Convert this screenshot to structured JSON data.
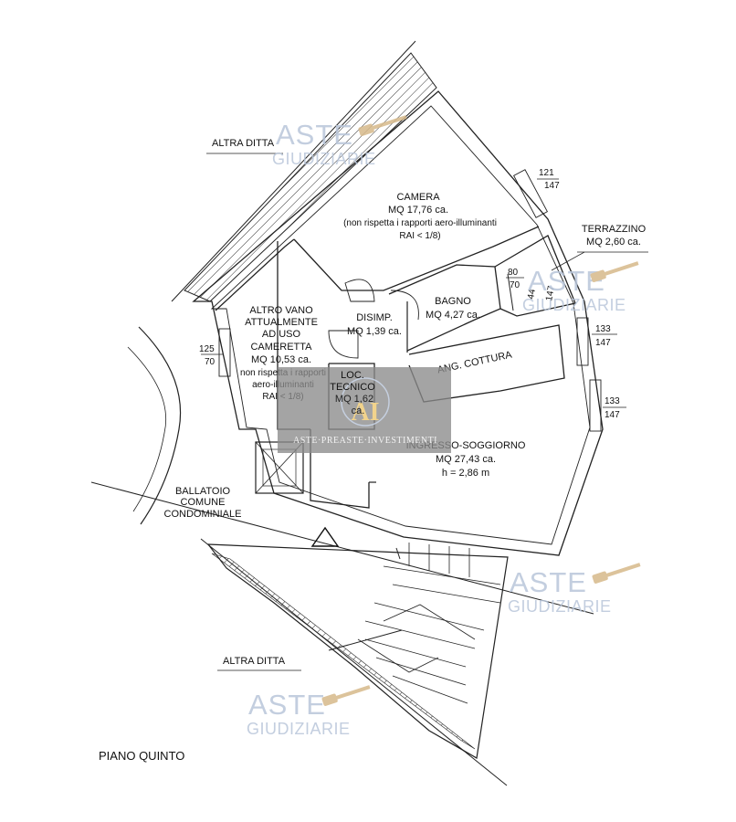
{
  "plan": {
    "floor_label": "PIANO QUINTO",
    "neighbors": {
      "top": "ALTRA DITTA",
      "bottom": "ALTRA DITTA"
    },
    "rooms": {
      "camera": {
        "name": "CAMERA",
        "area": "MQ 17,76 ca.",
        "note1": "(non rispetta i rapporti aero-illuminanti",
        "note2": "RAI < 1/8)"
      },
      "terrazzino": {
        "name": "TERRAZZINO",
        "area": "MQ 2,60 ca."
      },
      "bagno": {
        "name": "BAGNO",
        "area": "MQ 4,27 ca."
      },
      "disimp": {
        "name": "DISIMP.",
        "area": "MQ 1,39 ca."
      },
      "altro_vano": {
        "line1": "ALTRO VANO",
        "line2": "ATTUALMENTE",
        "line3": "AD USO",
        "line4": "CAMERETTA",
        "area": "MQ 10,53 ca.",
        "note1": "non rispetta i rapporti",
        "note2": "aero-illuminanti",
        "note3": "RAI < 1/8)"
      },
      "loc_tecnico": {
        "line1": "LOC.",
        "line2": "TECNICO",
        "area": "MQ 1,62",
        "suffix": "ca."
      },
      "ang_cottura": {
        "name": "ANG. COTTURA"
      },
      "ingresso": {
        "name": "INGRESSO-SOGGIORNO",
        "area": "MQ 27,43 ca.",
        "height": "h = 2,86 m"
      },
      "ballatoio": {
        "line1": "BALLATOIO",
        "line2": "COMUNE",
        "line3": "CONDOMINIALE"
      }
    },
    "dimensions": {
      "w1_top": "121",
      "w1_bot": "147",
      "w2_top": "80",
      "w2_bot": "70",
      "w3_top": "133",
      "w3_bot": "147",
      "w4_top": "133",
      "w4_bot": "147",
      "w5_top": "125",
      "w5_bot": "70",
      "small_a": "44",
      "small_b": "147"
    }
  },
  "watermark": {
    "brand_line1": "ASTE",
    "brand_line2": "GIUDIZIARIE",
    "center_text": "ASTE·PREASTE·INVESTIMENTI",
    "center_logo": "AI"
  },
  "colors": {
    "watermark": "#b9c6da",
    "stamp_bg": "#8a8a8a",
    "gavel": "#d7b98a"
  }
}
